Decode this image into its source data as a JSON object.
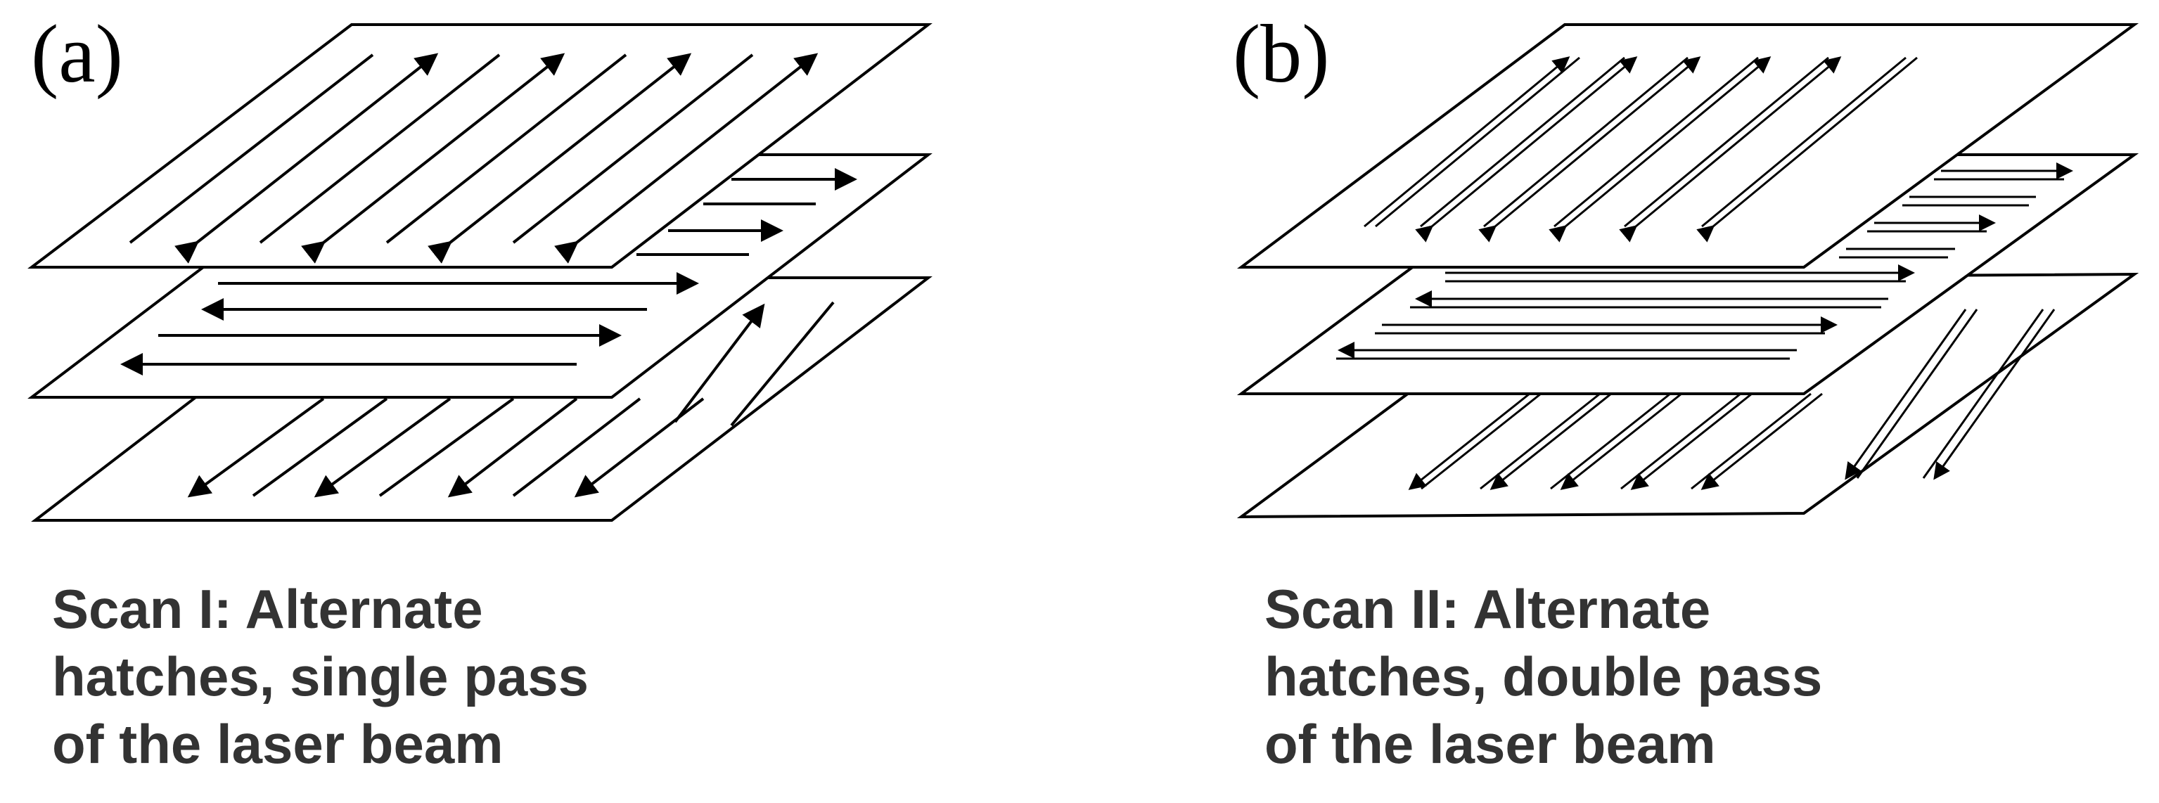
{
  "colors": {
    "line": "#000000",
    "caption_text": "#333333",
    "background": "#ffffff"
  },
  "panels": [
    {
      "label": "(a)",
      "caption": [
        "Scan I: Alternate",
        "hatches, single pass",
        "of the laser beam"
      ],
      "pass": "single"
    },
    {
      "label": "(b)",
      "caption": [
        "Scan II: Alternate",
        "hatches, double pass",
        "of the laser beam"
      ],
      "pass": "double"
    }
  ]
}
